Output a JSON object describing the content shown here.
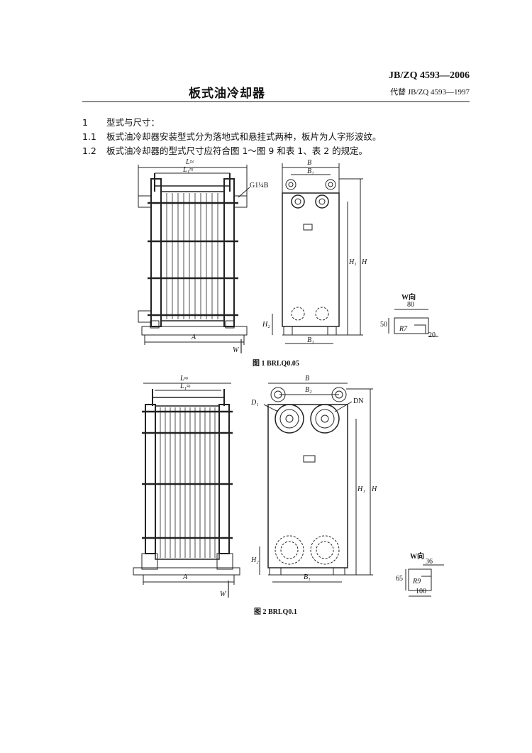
{
  "header": {
    "standard_no": "JB/ZQ 4593—2006",
    "replaces": "代替 JB/ZQ 4593—1997",
    "title": "板式油冷却器"
  },
  "sections": [
    {
      "num": "1",
      "text": "型式与尺寸："
    },
    {
      "num": "1.1",
      "text": "板式油冷却器安装型式分为落地式和悬挂式两种，板片为人字形波纹。"
    },
    {
      "num": "1.2",
      "text": "板式油冷却器的型式尺寸应符合图 1～图 9 和表 1、表 2 的规定。"
    }
  ],
  "figure1": {
    "caption": "图 1   BRLQ0.05",
    "labels": {
      "L": "L≈",
      "L1": "L₁≈",
      "thread": "G1¼B",
      "A": "A",
      "W": "W",
      "B": "B",
      "B2": "B₂",
      "B1": "B₁",
      "H": "H",
      "H1": "H₁",
      "H2": "H₂",
      "wview": "W向",
      "d80": "80",
      "d50": "50",
      "d20": "20",
      "r7": "R7"
    }
  },
  "figure2": {
    "caption": "图 2   BRLQ0.1",
    "labels": {
      "L": "L≈",
      "L1": "L₁≈",
      "A": "A",
      "W": "W",
      "B": "B",
      "B2": "B₂",
      "B1": "B₁",
      "H": "H",
      "H1": "H₁",
      "H2": "H₂",
      "D1": "D₁",
      "DN": "DN",
      "wview": "W向",
      "d36": "36",
      "d65": "65",
      "d100": "100",
      "r9": "R9"
    }
  }
}
